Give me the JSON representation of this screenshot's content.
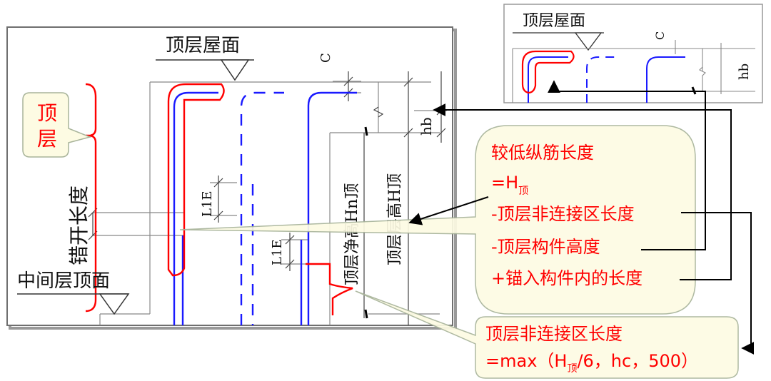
{
  "main_drawing": {
    "roof_label": "顶层屋面",
    "middle_label": "中间层顶面",
    "top_floor_label": [
      "顶",
      "层"
    ],
    "stagger_label": "错开长度",
    "cover_label": "C",
    "hb_label": "hb",
    "lle_label": "L1E",
    "net_height_label": "顶层净高Hn顶",
    "story_height_label": "顶层层高H顶"
  },
  "inset_drawing": {
    "roof_label": "顶层屋面",
    "cover_label": "C",
    "hb_label": "hb"
  },
  "formula_callout": {
    "line1": "较低纵筋长度",
    "line2_prefix": "=H",
    "line2_sub": "顶",
    "line3": "-顶层非连接区长度",
    "line4": "-顶层构件高度",
    "line5": "+锚入构件内的长度"
  },
  "nonconnect_callout": {
    "line1": "顶层非连接区长度",
    "line2_a": "=max（H",
    "line2_sub": "顶",
    "line2_b": "/6，hc，500）"
  },
  "colors": {
    "highlight_red": "#ff0000",
    "rebar_blue": "#1a1aff",
    "callout_fill": "#fdfbe3",
    "callout_stroke": "#a8b49a",
    "drawing_line": "#777777",
    "frame_shadow": "#999999"
  }
}
